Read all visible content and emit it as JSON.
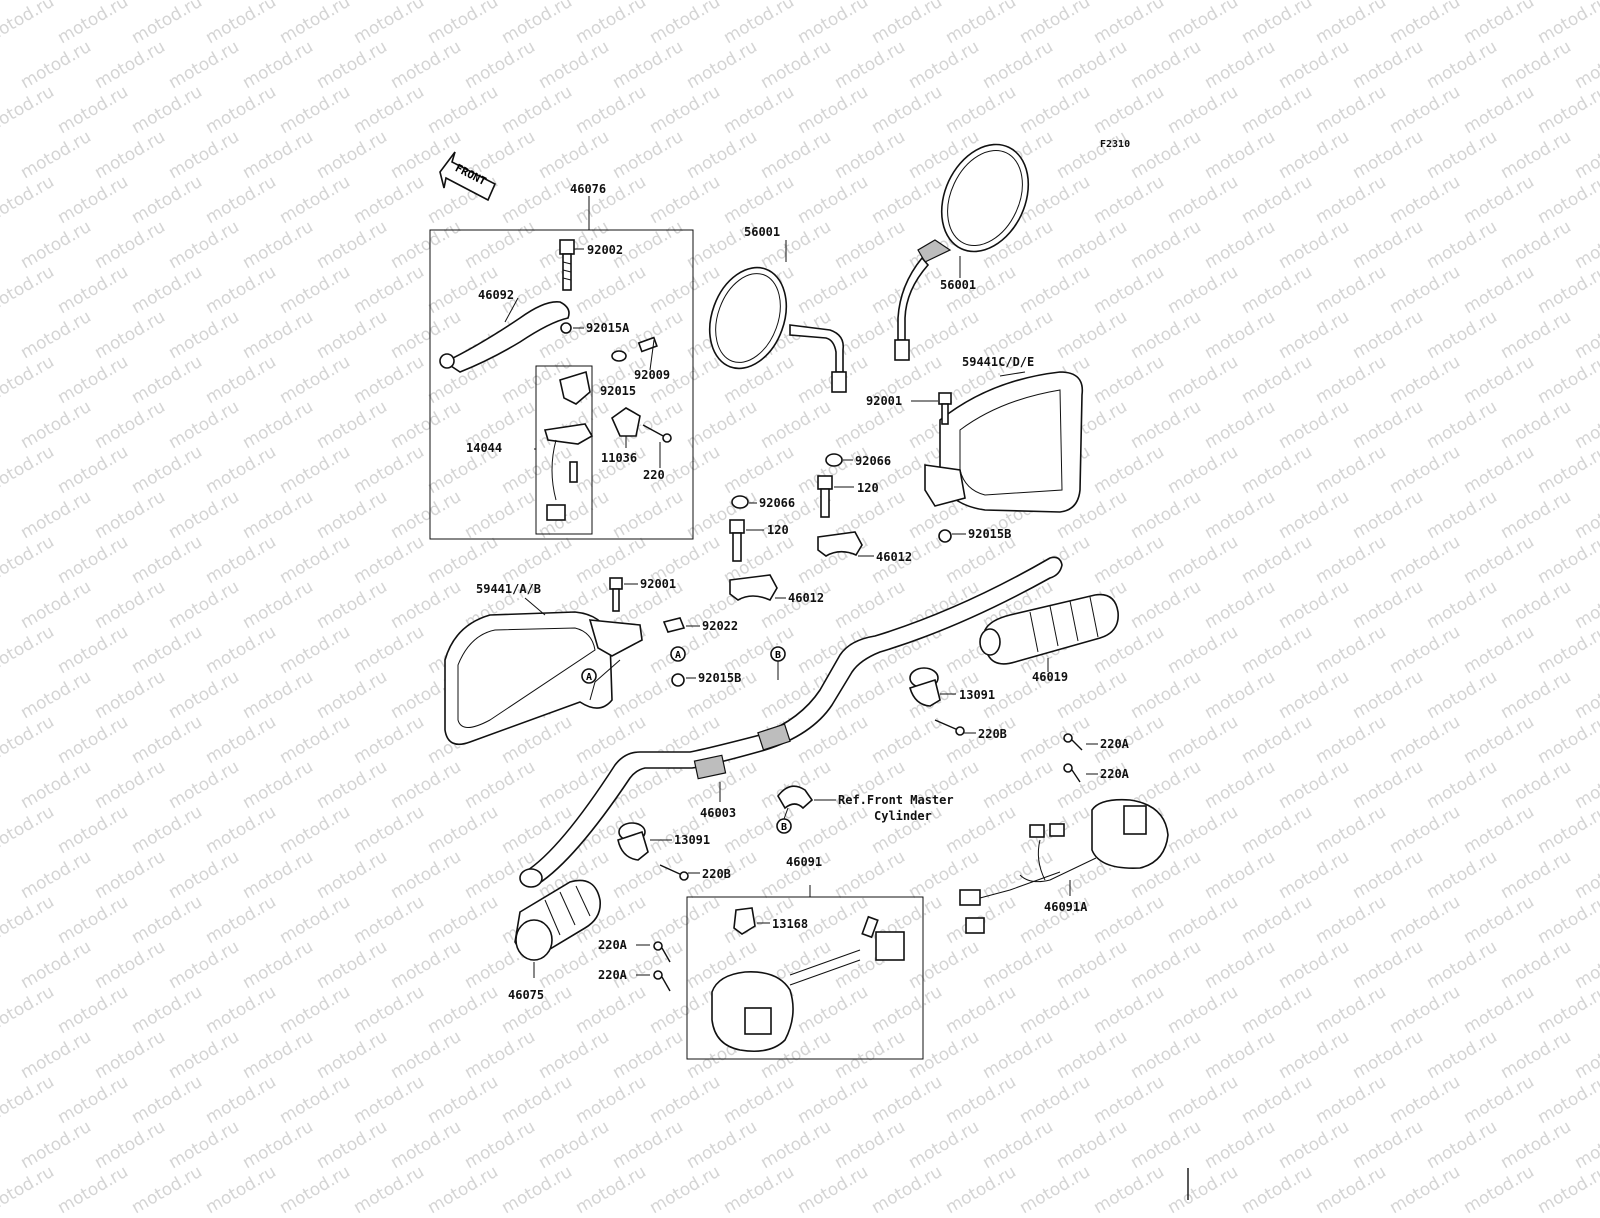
{
  "figure_code": "F2310",
  "front_label": "FRONT",
  "watermark": "motod.ru",
  "callouts": {
    "c46076": "46076",
    "c92002": "92002",
    "c46092": "46092",
    "c92015A": "92015A",
    "c92009": "92009",
    "c92015": "92015",
    "c14044": "14044",
    "c11036": "11036",
    "c220": "220",
    "c56001a": "56001",
    "c56001b": "56001",
    "c59441CDE": "59441C/D/E",
    "c92001a": "92001",
    "c92066a": "92066",
    "c120a": "120",
    "c92066b": "92066",
    "c120b": "120",
    "c92015Ba": "92015B",
    "c46012a": "46012",
    "c59441AB": "59441/A/B",
    "c92001b": "92001",
    "c46012b": "46012",
    "c92022": "92022",
    "c92015Bb": "92015B",
    "c46019": "46019",
    "c13091a": "13091",
    "c220Ba": "220B",
    "c220Aa": "220A",
    "c220Ab": "220A",
    "c46003": "46003",
    "cRef1": "Ref.Front Master",
    "cRef2": "Cylinder",
    "c13091b": "13091",
    "c220Bb": "220B",
    "c46091": "46091",
    "c13168": "13168",
    "c220Ac": "220A",
    "c220Ad": "220A",
    "c46075": "46075",
    "c46091A": "46091A",
    "refA1": "A",
    "refA2": "A",
    "refB1": "B",
    "refB2": "B"
  }
}
